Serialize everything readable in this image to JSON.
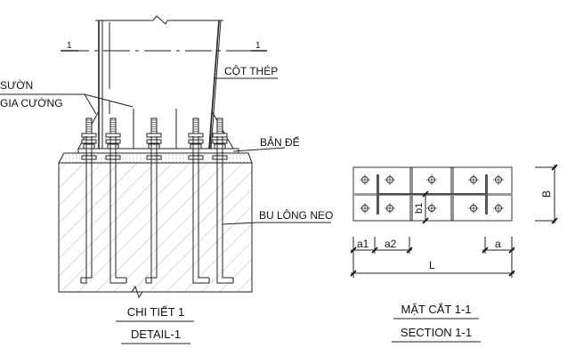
{
  "detail": {
    "section_mark_left": "1",
    "section_mark_right": "1",
    "label_rib_line1": "SƯỜN",
    "label_rib_line2": "GIA CƯỜNG",
    "label_column": "CỘT THÉP",
    "label_base_plate": "BẢN ĐẾ",
    "label_anchor_bolt": "BU LÔNG NEO",
    "title_vi": "CHI TIẾT 1",
    "title_en": "DETAIL-1"
  },
  "section": {
    "dim_a1": "a1",
    "dim_a2": "a2",
    "dim_a": "a",
    "dim_L": "L",
    "dim_B": "B",
    "dim_b1": "b1",
    "title_vi": "MẶT CẮT 1-1",
    "title_en": "SECTION 1-1"
  }
}
